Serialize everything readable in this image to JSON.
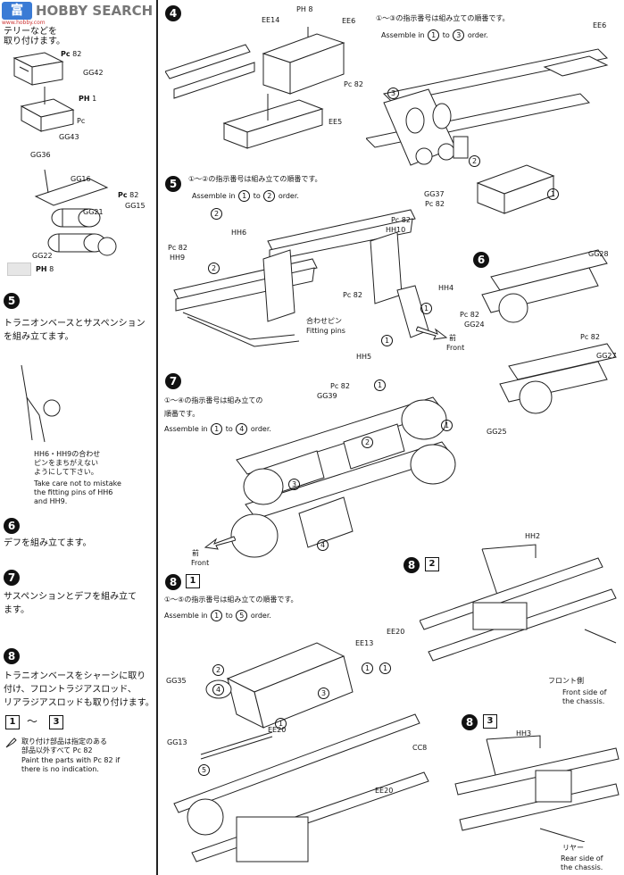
{
  "watermark": {
    "text": "HOBBY SEARCH",
    "logo_jp": "富",
    "logo_site": "www.hobby.com"
  },
  "left": {
    "intro_jp": "テリーなどを\n取り付けます。",
    "top_parts": {
      "pc": "Pc",
      "num82": "82",
      "gg42": "GG42",
      "ph1": "PH",
      "ph1num": "1",
      "pc2": "Pc",
      "gg43": "GG43"
    },
    "mid_parts": {
      "gg36": "GG36",
      "gg16": "GG16",
      "gg21": "GG21",
      "gg15": "GG15",
      "gg22": "GG22",
      "pc": "Pc",
      "n82": "82"
    },
    "color_chip": {
      "label": "PH",
      "num": "8"
    },
    "s5": {
      "num": "5",
      "jp": "トラニオンベースとサスペンション\nを組み立てます。",
      "note_jp": "HH6・HH9の合わせ\nピンをまちがえない\nようにして下さい。",
      "note_en": "Take care not to mistake\nthe fitting pins of HH6\nand HH9."
    },
    "s6": {
      "num": "6",
      "jp": "デフを組み立てます。"
    },
    "s7": {
      "num": "7",
      "jp": "サスペンションとデフを組み立て\nます。"
    },
    "s8": {
      "num": "8",
      "jp": "トラニオンベースをシャーシに取り\n付け、フロントラジアスロッド、\nリアラジアスロッドも取り付けます。",
      "range_from": "1",
      "range_sep": "〜",
      "range_to": "3",
      "paint_jp": "取り付け部品は指定のある\n部品以外すべて Pc 82",
      "paint_en": "Paint the parts with Pc 82 if\nthere is no indication."
    }
  },
  "step4": {
    "num": "4",
    "ph8": "PH 8",
    "ee14": "EE14",
    "ee6": "EE6",
    "pc82": "Pc 82",
    "ee5": "EE5"
  },
  "step4r": {
    "jp": "①〜③の指示番号は組み立ての順番です。",
    "en_a": "Assemble in",
    "n1": "1",
    "en_to": "to",
    "n3": "3",
    "en_b": "order.",
    "ee6": "EE6",
    "c1": "1",
    "c2": "2",
    "c3": "3",
    "gg37": "GG37",
    "pc82": "Pc 82"
  },
  "step5": {
    "num": "5",
    "jp": "①〜②の指示番号は組み立ての順番です。",
    "en_a": "Assemble in",
    "n1": "1",
    "en_to": "to",
    "n2": "2",
    "en_b": "order.",
    "pc82a": "Pc 82",
    "hh10": "HH10",
    "hh6": "HH6",
    "pc82b": "Pc 82",
    "hh9": "HH9",
    "c2": "2",
    "c2b": "2",
    "pc82c": "Pc 82",
    "hh4": "HH4",
    "c1": "1",
    "c1b": "1",
    "pin_jp": "合わせピン",
    "pin_en": "Fitting pins",
    "hh5": "HH5",
    "front_jp": "前",
    "front_en": "Front"
  },
  "step6": {
    "num": "6",
    "gg28": "GG28",
    "pc82a": "Pc 82",
    "gg24": "GG24",
    "pc82b": "Pc 82",
    "gg27": "GG27",
    "gg25": "GG25"
  },
  "step7": {
    "num": "7",
    "jp": "①〜④の指示番号は組み立ての",
    "jp2": "順番です。",
    "en_a": "Assemble in",
    "n1": "1",
    "en_to": "to",
    "n4": "4",
    "en_b": "order.",
    "pc82": "Pc 82",
    "gg39": "GG39",
    "c1a": "1",
    "c1b": "1",
    "c2": "2",
    "c3": "3",
    "c4": "4",
    "front_jp": "前",
    "front_en": "Front"
  },
  "step8_1": {
    "num": "8",
    "box": "1",
    "jp": "①〜⑤の指示番号は組み立ての順番です。",
    "en_a": "Assemble in",
    "n1": "1",
    "en_to": "to",
    "n5": "5",
    "en_b": "order.",
    "ee13": "EE13",
    "ee20a": "EE20",
    "gg35": "GG35",
    "c2": "2",
    "c4": "4",
    "c3": "3",
    "c1": "1",
    "c1b": "1",
    "ee20b": "EE20",
    "gg13": "GG13",
    "c5": "5",
    "cc8": "CC8",
    "ee20c": "EE20"
  },
  "step8_2": {
    "num": "8",
    "box": "2",
    "hh2": "HH2",
    "front_jp": "フロント側",
    "front_en": "Front side of\nthe chassis."
  },
  "step8_3": {
    "num": "8",
    "box": "3",
    "hh3": "HH3",
    "rear_jp": "リヤー",
    "rear_en": "Rear side of\nthe chassis."
  }
}
